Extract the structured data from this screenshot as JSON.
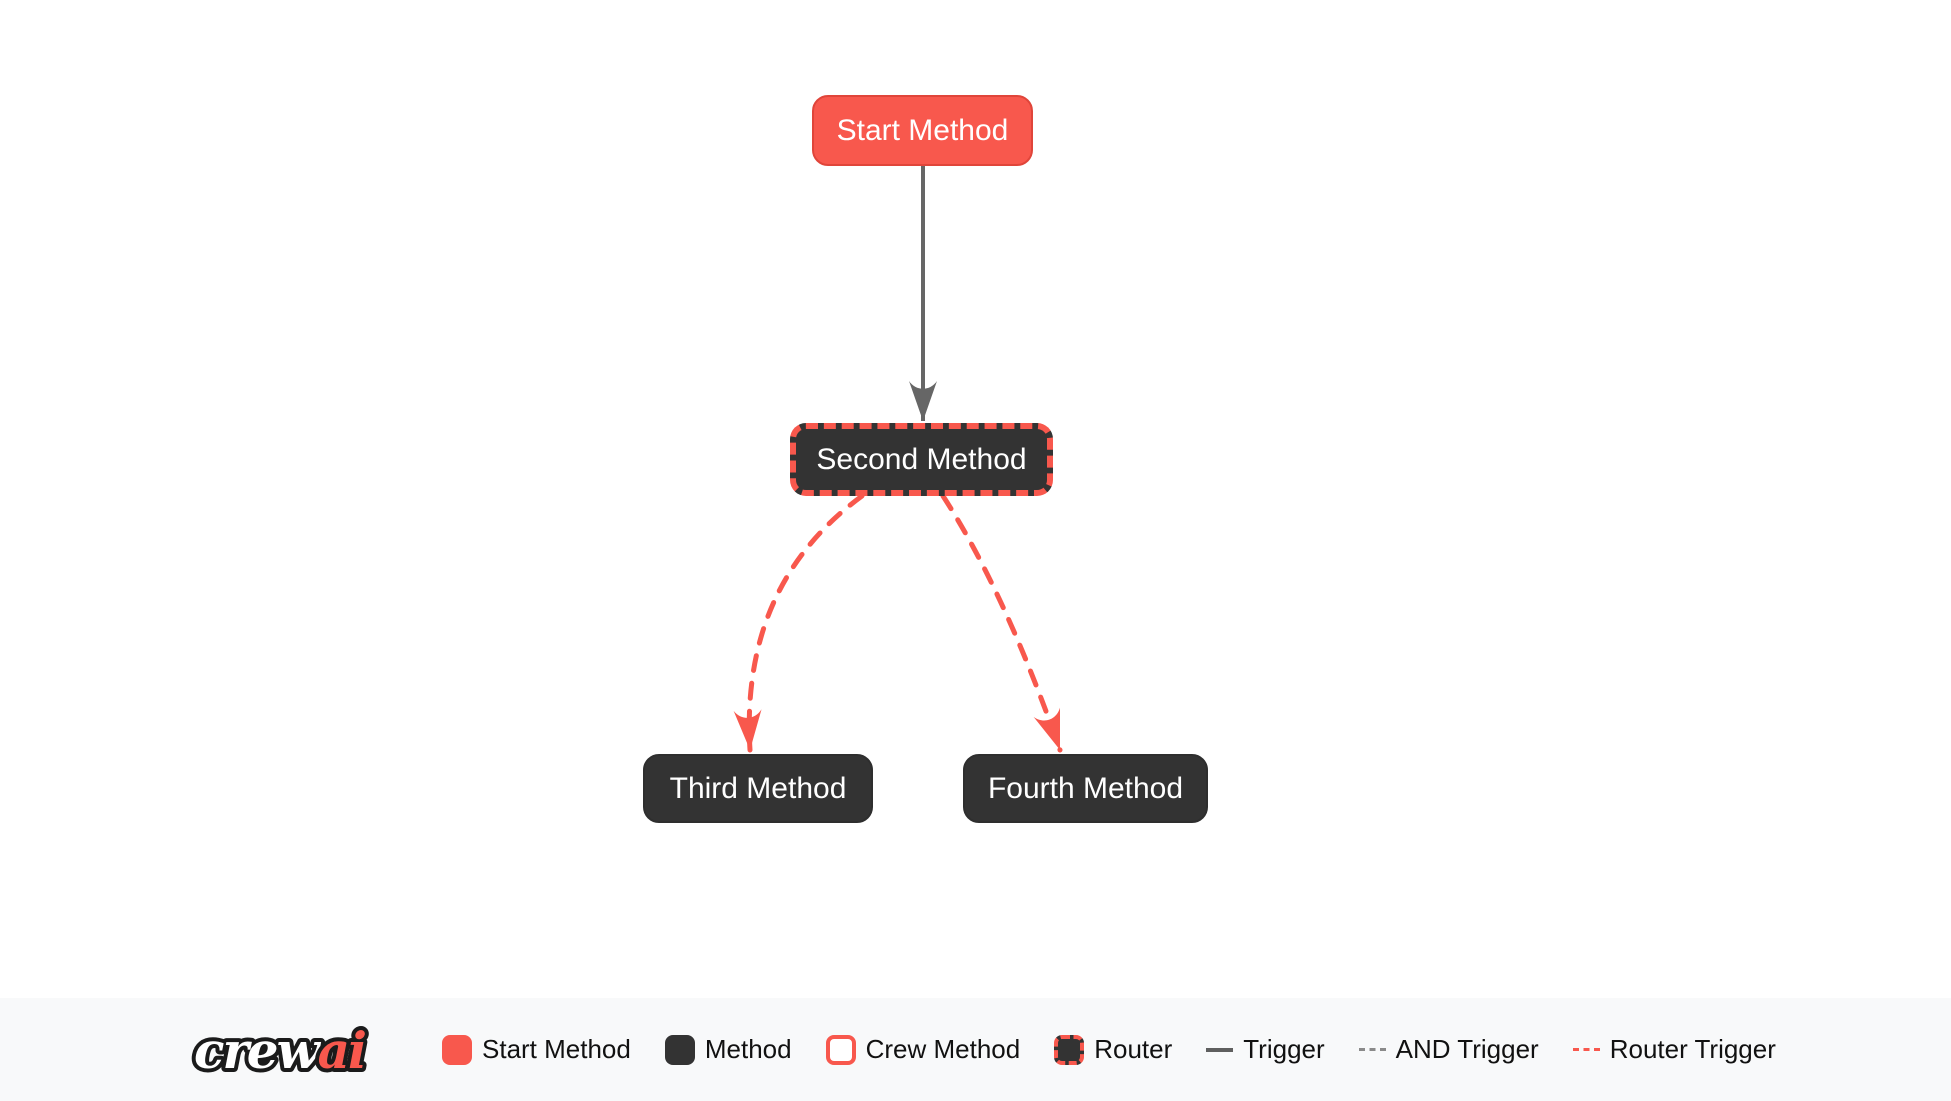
{
  "diagram": {
    "nodes": [
      {
        "label": "Start Method",
        "type": "start-method"
      },
      {
        "label": "Second Method",
        "type": "router"
      },
      {
        "label": "Third Method",
        "type": "method"
      },
      {
        "label": "Fourth Method",
        "type": "method"
      }
    ],
    "edges": [
      {
        "from": "Start Method",
        "to": "Second Method",
        "type": "trigger"
      },
      {
        "from": "Second Method",
        "to": "Third Method",
        "type": "router-trigger"
      },
      {
        "from": "Second Method",
        "to": "Fourth Method",
        "type": "router-trigger"
      }
    ]
  },
  "legend": {
    "logo": {
      "crew": "crew",
      "ai": "ai"
    },
    "items": [
      {
        "label": "Start Method",
        "swatch": "start-method-node"
      },
      {
        "label": "Method",
        "swatch": "method-node"
      },
      {
        "label": "Crew Method",
        "swatch": "crew-method-node"
      },
      {
        "label": "Router",
        "swatch": "router-node"
      },
      {
        "label": "Trigger",
        "swatch": "solid-gray-line"
      },
      {
        "label": "AND Trigger",
        "swatch": "dashed-gray-line"
      },
      {
        "label": "Router Trigger",
        "swatch": "dashed-red-line"
      }
    ]
  },
  "colors": {
    "accent_red": "#f8584d",
    "accent_red_border": "#e0453a",
    "node_dark": "#333333",
    "edge_gray": "#666666",
    "legend_background": "#f8f9fa",
    "node_text": "#ffffff",
    "legend_text": "#111111"
  }
}
